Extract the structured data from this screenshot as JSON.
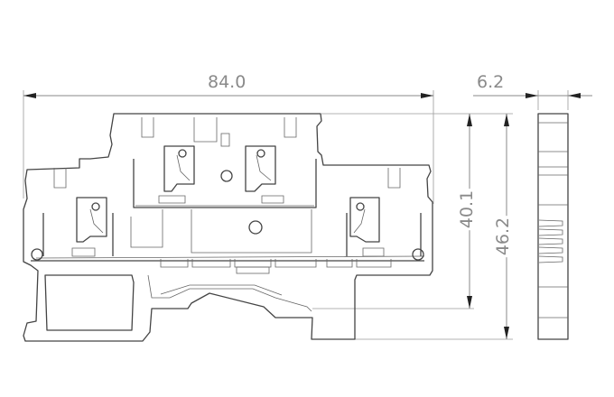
{
  "drawing": {
    "dimensions": {
      "width": "84.0",
      "thickness": "6.2",
      "height_inner": "40.1",
      "height_total": "46.2"
    },
    "colors": {
      "line": "#444444",
      "dimension": "#8a8a8a"
    }
  }
}
